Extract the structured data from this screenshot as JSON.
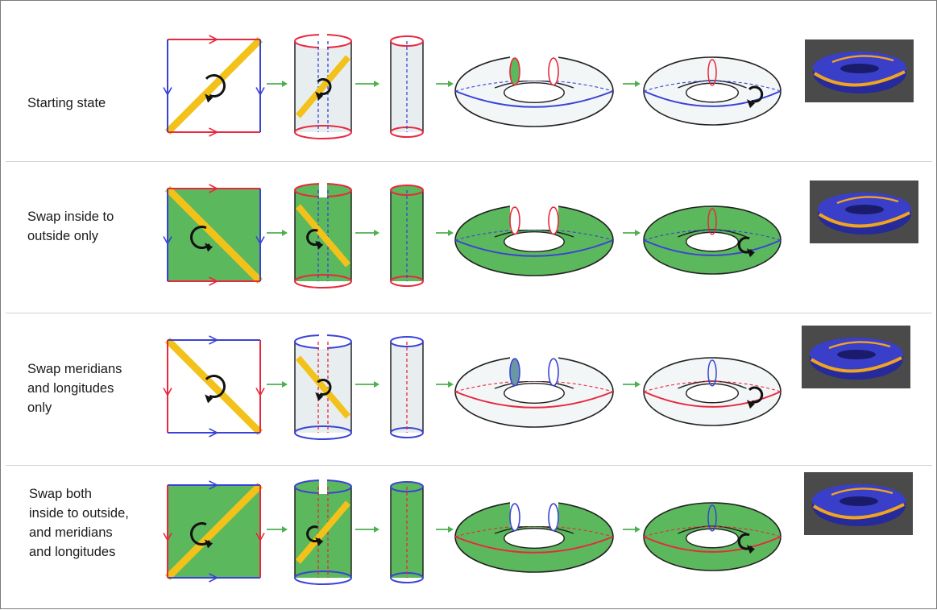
{
  "colors": {
    "red": "#e8283f",
    "blue": "#3b43d6",
    "green": "#5cb85c",
    "yellow": "#f2c21b",
    "arrow_green": "#4caf50",
    "tube_shade": "#e8eef0",
    "torus_white": "#f3f6f7",
    "disc_teal": "#6a97a4"
  },
  "rows": [
    {
      "label": "Starting state",
      "fill": "white",
      "horizontal_edges": "red",
      "vertical_edges": "blue",
      "diagonal": "up",
      "spin": "cw",
      "photo": "blue torus with orange band"
    },
    {
      "label": "Swap inside to\noutside only",
      "fill": "green",
      "horizontal_edges": "red",
      "vertical_edges": "blue",
      "diagonal": "down",
      "spin": "ccw",
      "photo": "blue torus with orange band"
    },
    {
      "label": "Swap meridians\nand longitudes\nonly",
      "fill": "white",
      "horizontal_edges": "blue",
      "vertical_edges": "red",
      "diagonal": "down",
      "spin": "cw",
      "photo": "blue torus with orange band"
    },
    {
      "label": "Swap both\ninside to outside,\nand meridians\nand longitudes",
      "fill": "green",
      "horizontal_edges": "blue",
      "vertical_edges": "red",
      "diagonal": "up",
      "spin": "ccw",
      "photo": "blue torus with orange band"
    }
  ]
}
